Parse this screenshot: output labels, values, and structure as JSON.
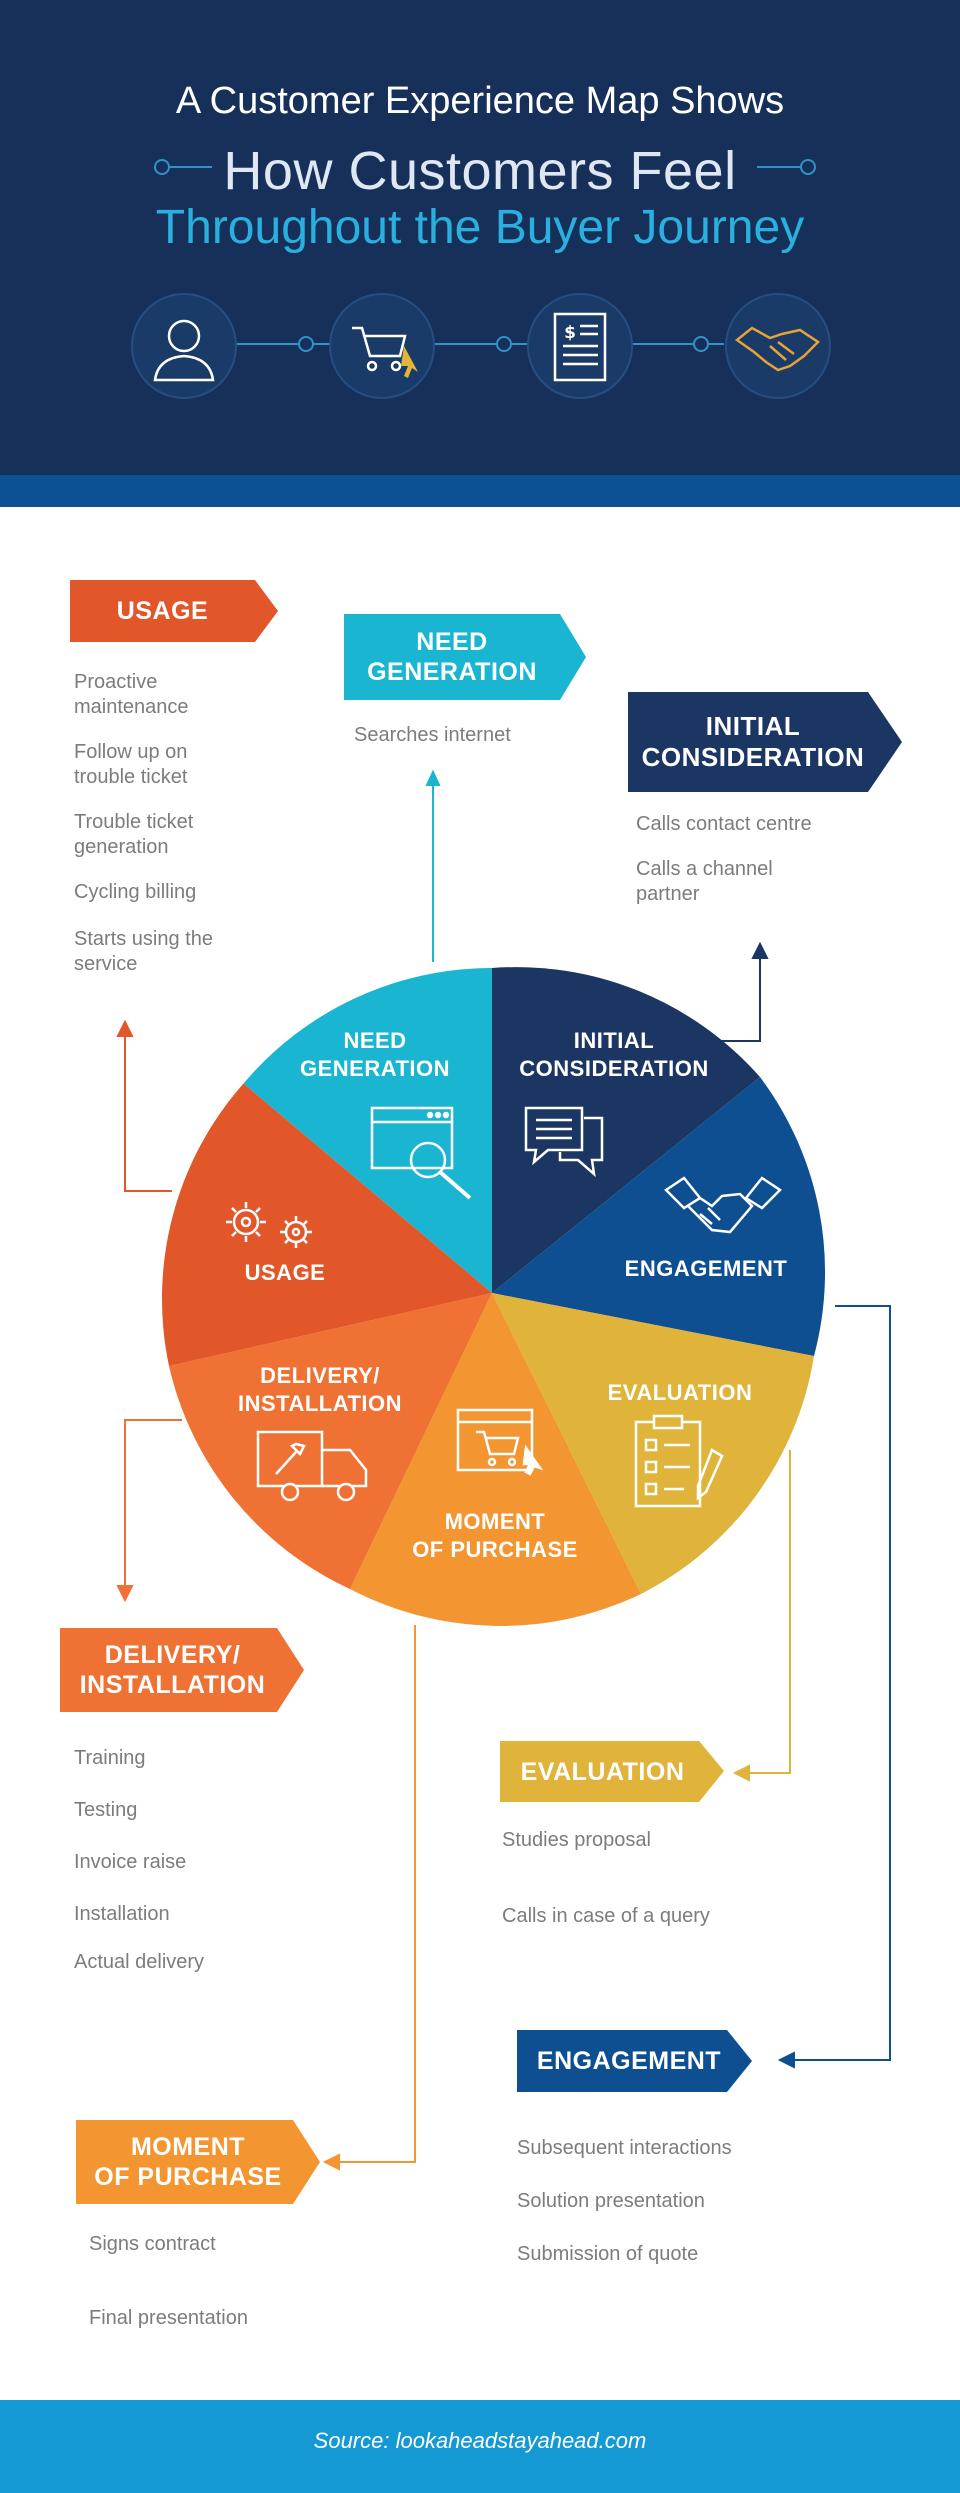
{
  "header": {
    "line1": "A Customer Experience Map Shows",
    "line2": "How Customers Feel",
    "line3": "Throughout the Buyer Journey"
  },
  "wheel": {
    "need": [
      "NEED",
      "GENERATION"
    ],
    "initial": [
      "INITIAL",
      "CONSIDERATION"
    ],
    "engagement": "ENGAGEMENT",
    "evaluation": "EVALUATION",
    "moment": [
      "MOMENT",
      "OF PURCHASE"
    ],
    "delivery": [
      "DELIVERY/",
      "INSTALLATION"
    ],
    "usage": "USAGE"
  },
  "stages": {
    "usage": {
      "title": "USAGE",
      "items": [
        "Proactive maintenance",
        "Follow up on trouble ticket",
        "Trouble ticket generation",
        "Cycling billing",
        "Starts using the service"
      ]
    },
    "need": {
      "title": [
        "NEED",
        "GENERATION"
      ],
      "items": [
        "Searches internet"
      ]
    },
    "initial": {
      "title": [
        "INITIAL",
        "CONSIDERATION"
      ],
      "items": [
        "Calls contact centre",
        "Calls a channel partner"
      ]
    },
    "delivery": {
      "title": [
        "DELIVERY/",
        "INSTALLATION"
      ],
      "items": [
        "Training",
        "Testing",
        "Invoice raise",
        "Installation",
        "Actual delivery"
      ]
    },
    "evaluation": {
      "title": "EVALUATION",
      "items": [
        "Studies proposal",
        "Calls in case of a query"
      ]
    },
    "engagement": {
      "title": "ENGAGEMENT",
      "items": [
        "Subsequent interactions",
        "Solution presentation",
        "Submission of quote"
      ]
    },
    "moment": {
      "title": [
        "MOMENT",
        "OF PURCHASE"
      ],
      "items": [
        "Signs contract",
        "Final presentation"
      ]
    }
  },
  "footer": {
    "source": "Source: lookaheadstayahead.com"
  },
  "colors": {
    "navy": "#17305a",
    "teal": "#1ab5d0",
    "dark_navy": "#1b3662",
    "blue": "#0e4f91",
    "gold": "#e0b33a",
    "orange_light": "#f39531",
    "orange": "#ef7234",
    "red_orange": "#e2572a"
  }
}
